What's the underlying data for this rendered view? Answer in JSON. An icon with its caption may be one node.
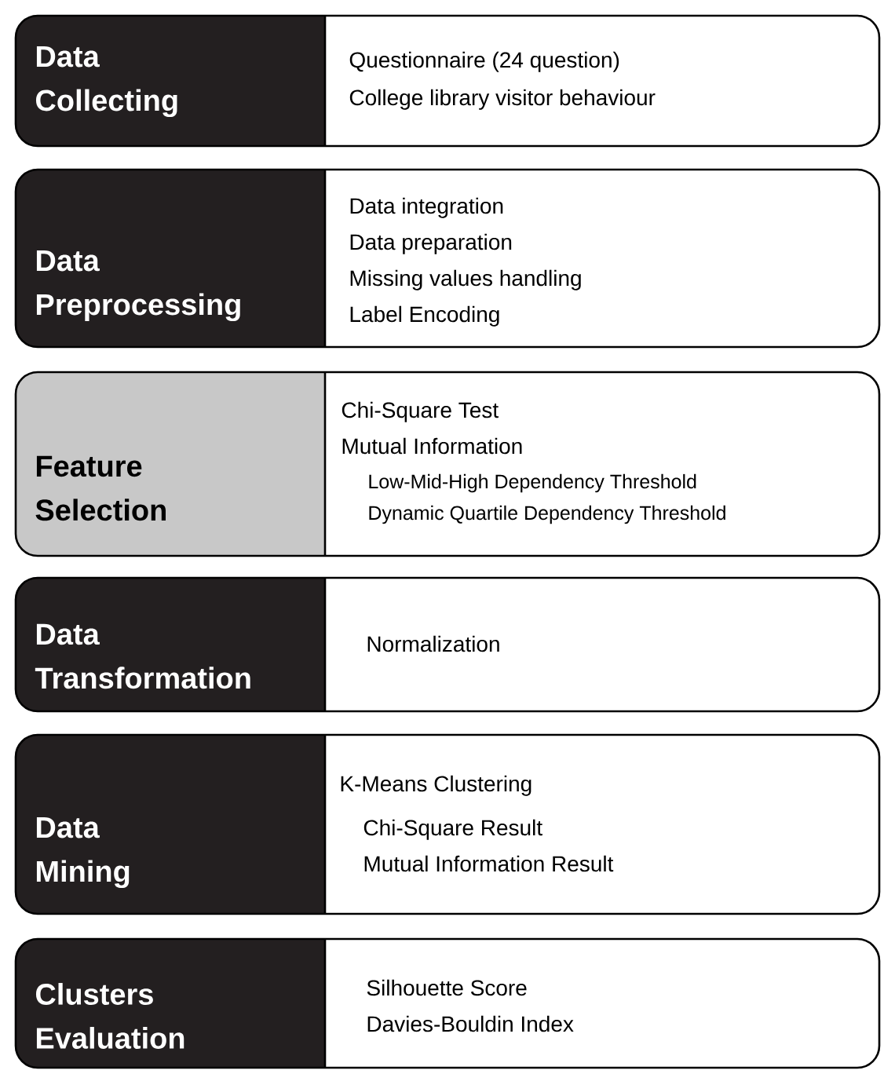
{
  "diagram": {
    "nodes": [
      {
        "text": [
          "Data Collecting",
          "Questionnaire (24 question)",
          "College library visitor behaviour"
        ]
      },
      {
        "text": [
          "Data Preprocessing",
          "Data integration",
          "Data preparation",
          "Missing values handling",
          "Label Encoding"
        ]
      },
      {
        "text": [
          "Feature Selection",
          "Chi-Square Test",
          "Mutual Information",
          "Low-Mid-High Dependency Threshold",
          "Dynamic Quartile Dependency Threshold"
        ]
      },
      {
        "text": [
          "Data Transformation",
          "Normalization"
        ]
      },
      {
        "text": [
          "Data Mining",
          "K-Means Clustering",
          "Chi-Square Result",
          "Mutual Information Result"
        ]
      },
      {
        "text": [
          "Clusters Evaluation",
          "Silhouette Score",
          "Davies-Bouldin Index"
        ]
      }
    ]
  }
}
